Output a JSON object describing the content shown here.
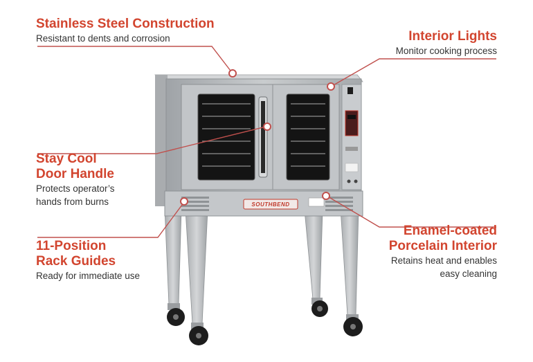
{
  "callouts": {
    "stainless": {
      "title": "Stainless Steel Construction",
      "desc": "Resistant to dents and corrosion"
    },
    "lights": {
      "title": "Interior Lights",
      "desc": "Monitor cooking process"
    },
    "handle": {
      "title_line1": "Stay Cool",
      "title_line2": "Door Handle",
      "desc_line1": "Protects operator’s",
      "desc_line2": "hands from burns"
    },
    "rack": {
      "title_line1": "11-Position",
      "title_line2": "Rack Guides",
      "desc": "Ready for immediate use"
    },
    "enamel": {
      "title_line1": "Enamel-coated",
      "title_line2": "Porcelain Interior",
      "desc_line1": "Retains heat and enables",
      "desc_line2": "easy cleaning"
    }
  },
  "product": {
    "brand_plate": "SOUTHBEND"
  },
  "colors": {
    "accent": "#d2452f",
    "text": "#333333",
    "steel": "#b9bcbf"
  }
}
